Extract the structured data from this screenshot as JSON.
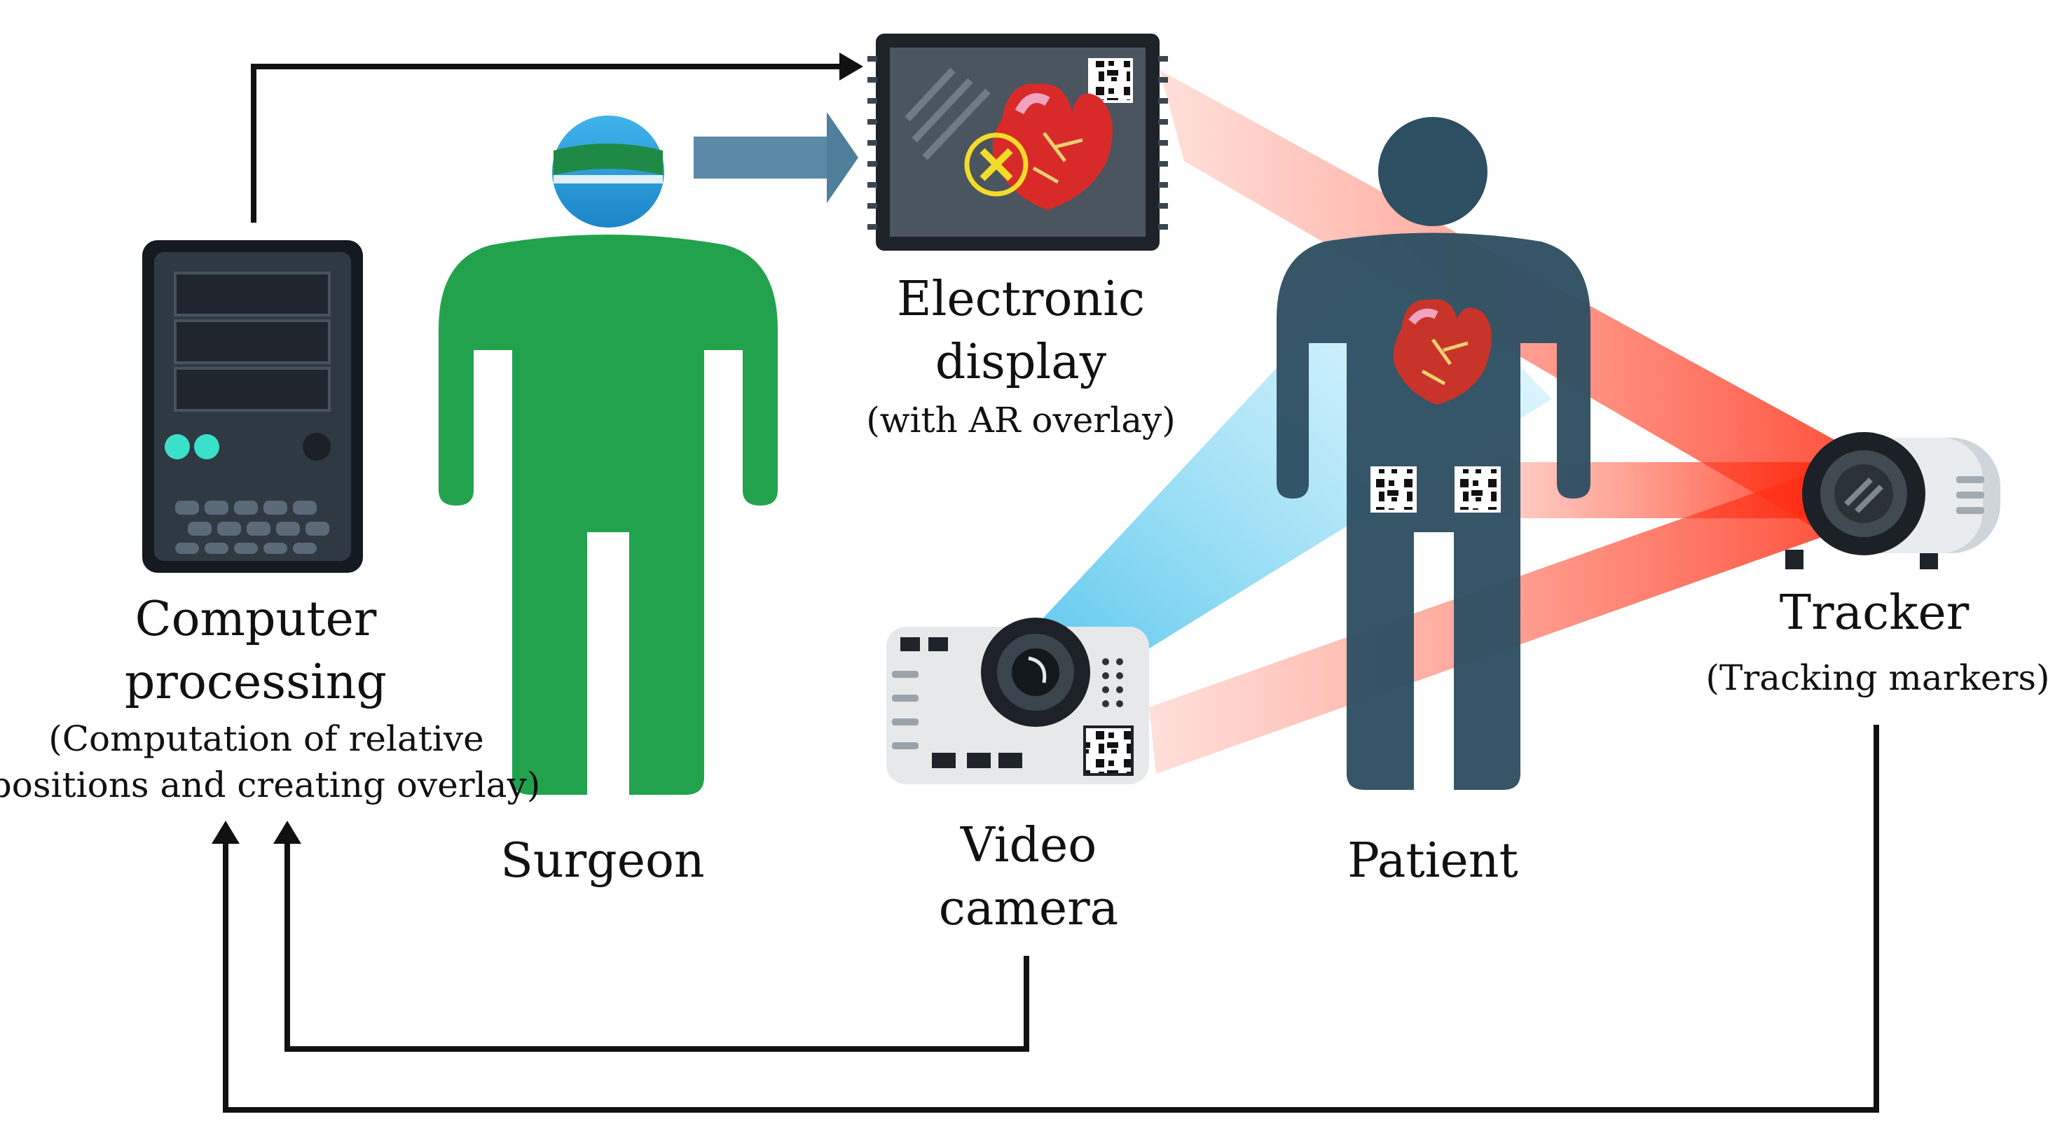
{
  "labels": {
    "computer": {
      "line1": "Computer",
      "line2": "processing",
      "sub1": "(Computation of relative",
      "sub2": "positions and creating overlay)"
    },
    "surgeon": {
      "line1": "Surgeon"
    },
    "display": {
      "line1": "Electronic",
      "line2": "display",
      "sub1": "(with AR overlay)"
    },
    "patient": {
      "line1": "Patient"
    },
    "camera": {
      "line1": "Video",
      "line2": "camera"
    },
    "tracker": {
      "line1": "Tracker",
      "sub1": "(Tracking markers)"
    }
  },
  "colors": {
    "surgeon": "#23a24d",
    "patient": "#2e4f62",
    "beam_red": "#ff3b1f",
    "beam_blue": "#3ec6ef",
    "device_dark": "#2b333b",
    "heart": "#d92a2a",
    "arrow": "#111111",
    "flow_arrow": "#4f7f9a"
  },
  "icons": {
    "computer": "computer-tower-icon",
    "surgeon": "surgeon-figure-icon",
    "display": "ar-display-icon",
    "patient": "patient-figure-icon",
    "camera": "video-camera-icon",
    "tracker": "tracker-device-icon",
    "marker": "tracking-marker-icon",
    "heart": "heart-icon"
  }
}
